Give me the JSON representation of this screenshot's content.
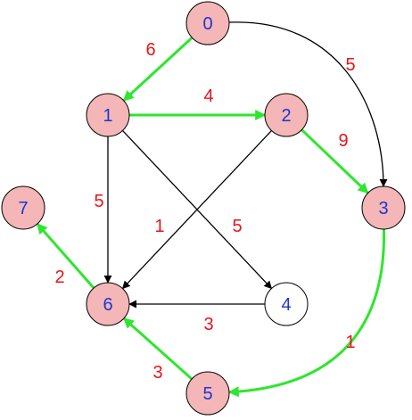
{
  "colors": {
    "visited_node_fill": "#f4b6b6",
    "unvisited_node_fill": "#ffffff",
    "node_stroke": "#000000",
    "node_label": "#1a35d6",
    "weight_label": "#e8141b",
    "tree_edge": "#2ee62e",
    "normal_edge": "#000000"
  },
  "nodes": [
    {
      "id": "0",
      "label": "0",
      "visited": true
    },
    {
      "id": "1",
      "label": "1",
      "visited": true
    },
    {
      "id": "2",
      "label": "2",
      "visited": true
    },
    {
      "id": "3",
      "label": "3",
      "visited": true
    },
    {
      "id": "4",
      "label": "4",
      "visited": false
    },
    {
      "id": "5",
      "label": "5",
      "visited": true
    },
    {
      "id": "6",
      "label": "6",
      "visited": true
    },
    {
      "id": "7",
      "label": "7",
      "visited": true
    }
  ],
  "edges": [
    {
      "from": "0",
      "to": "1",
      "weight": "6",
      "highlighted": true
    },
    {
      "from": "0",
      "to": "3",
      "weight": "5",
      "highlighted": false
    },
    {
      "from": "1",
      "to": "2",
      "weight": "4",
      "highlighted": true
    },
    {
      "from": "1",
      "to": "6",
      "weight": "5",
      "highlighted": false
    },
    {
      "from": "1",
      "to": "4",
      "weight": "5",
      "highlighted": false
    },
    {
      "from": "2",
      "to": "3",
      "weight": "9",
      "highlighted": true
    },
    {
      "from": "2",
      "to": "6",
      "weight": "1",
      "highlighted": false
    },
    {
      "from": "3",
      "to": "5",
      "weight": "1",
      "highlighted": true
    },
    {
      "from": "4",
      "to": "6",
      "weight": "3",
      "highlighted": false
    },
    {
      "from": "5",
      "to": "6",
      "weight": "3",
      "highlighted": true
    },
    {
      "from": "6",
      "to": "7",
      "weight": "2",
      "highlighted": true
    }
  ]
}
